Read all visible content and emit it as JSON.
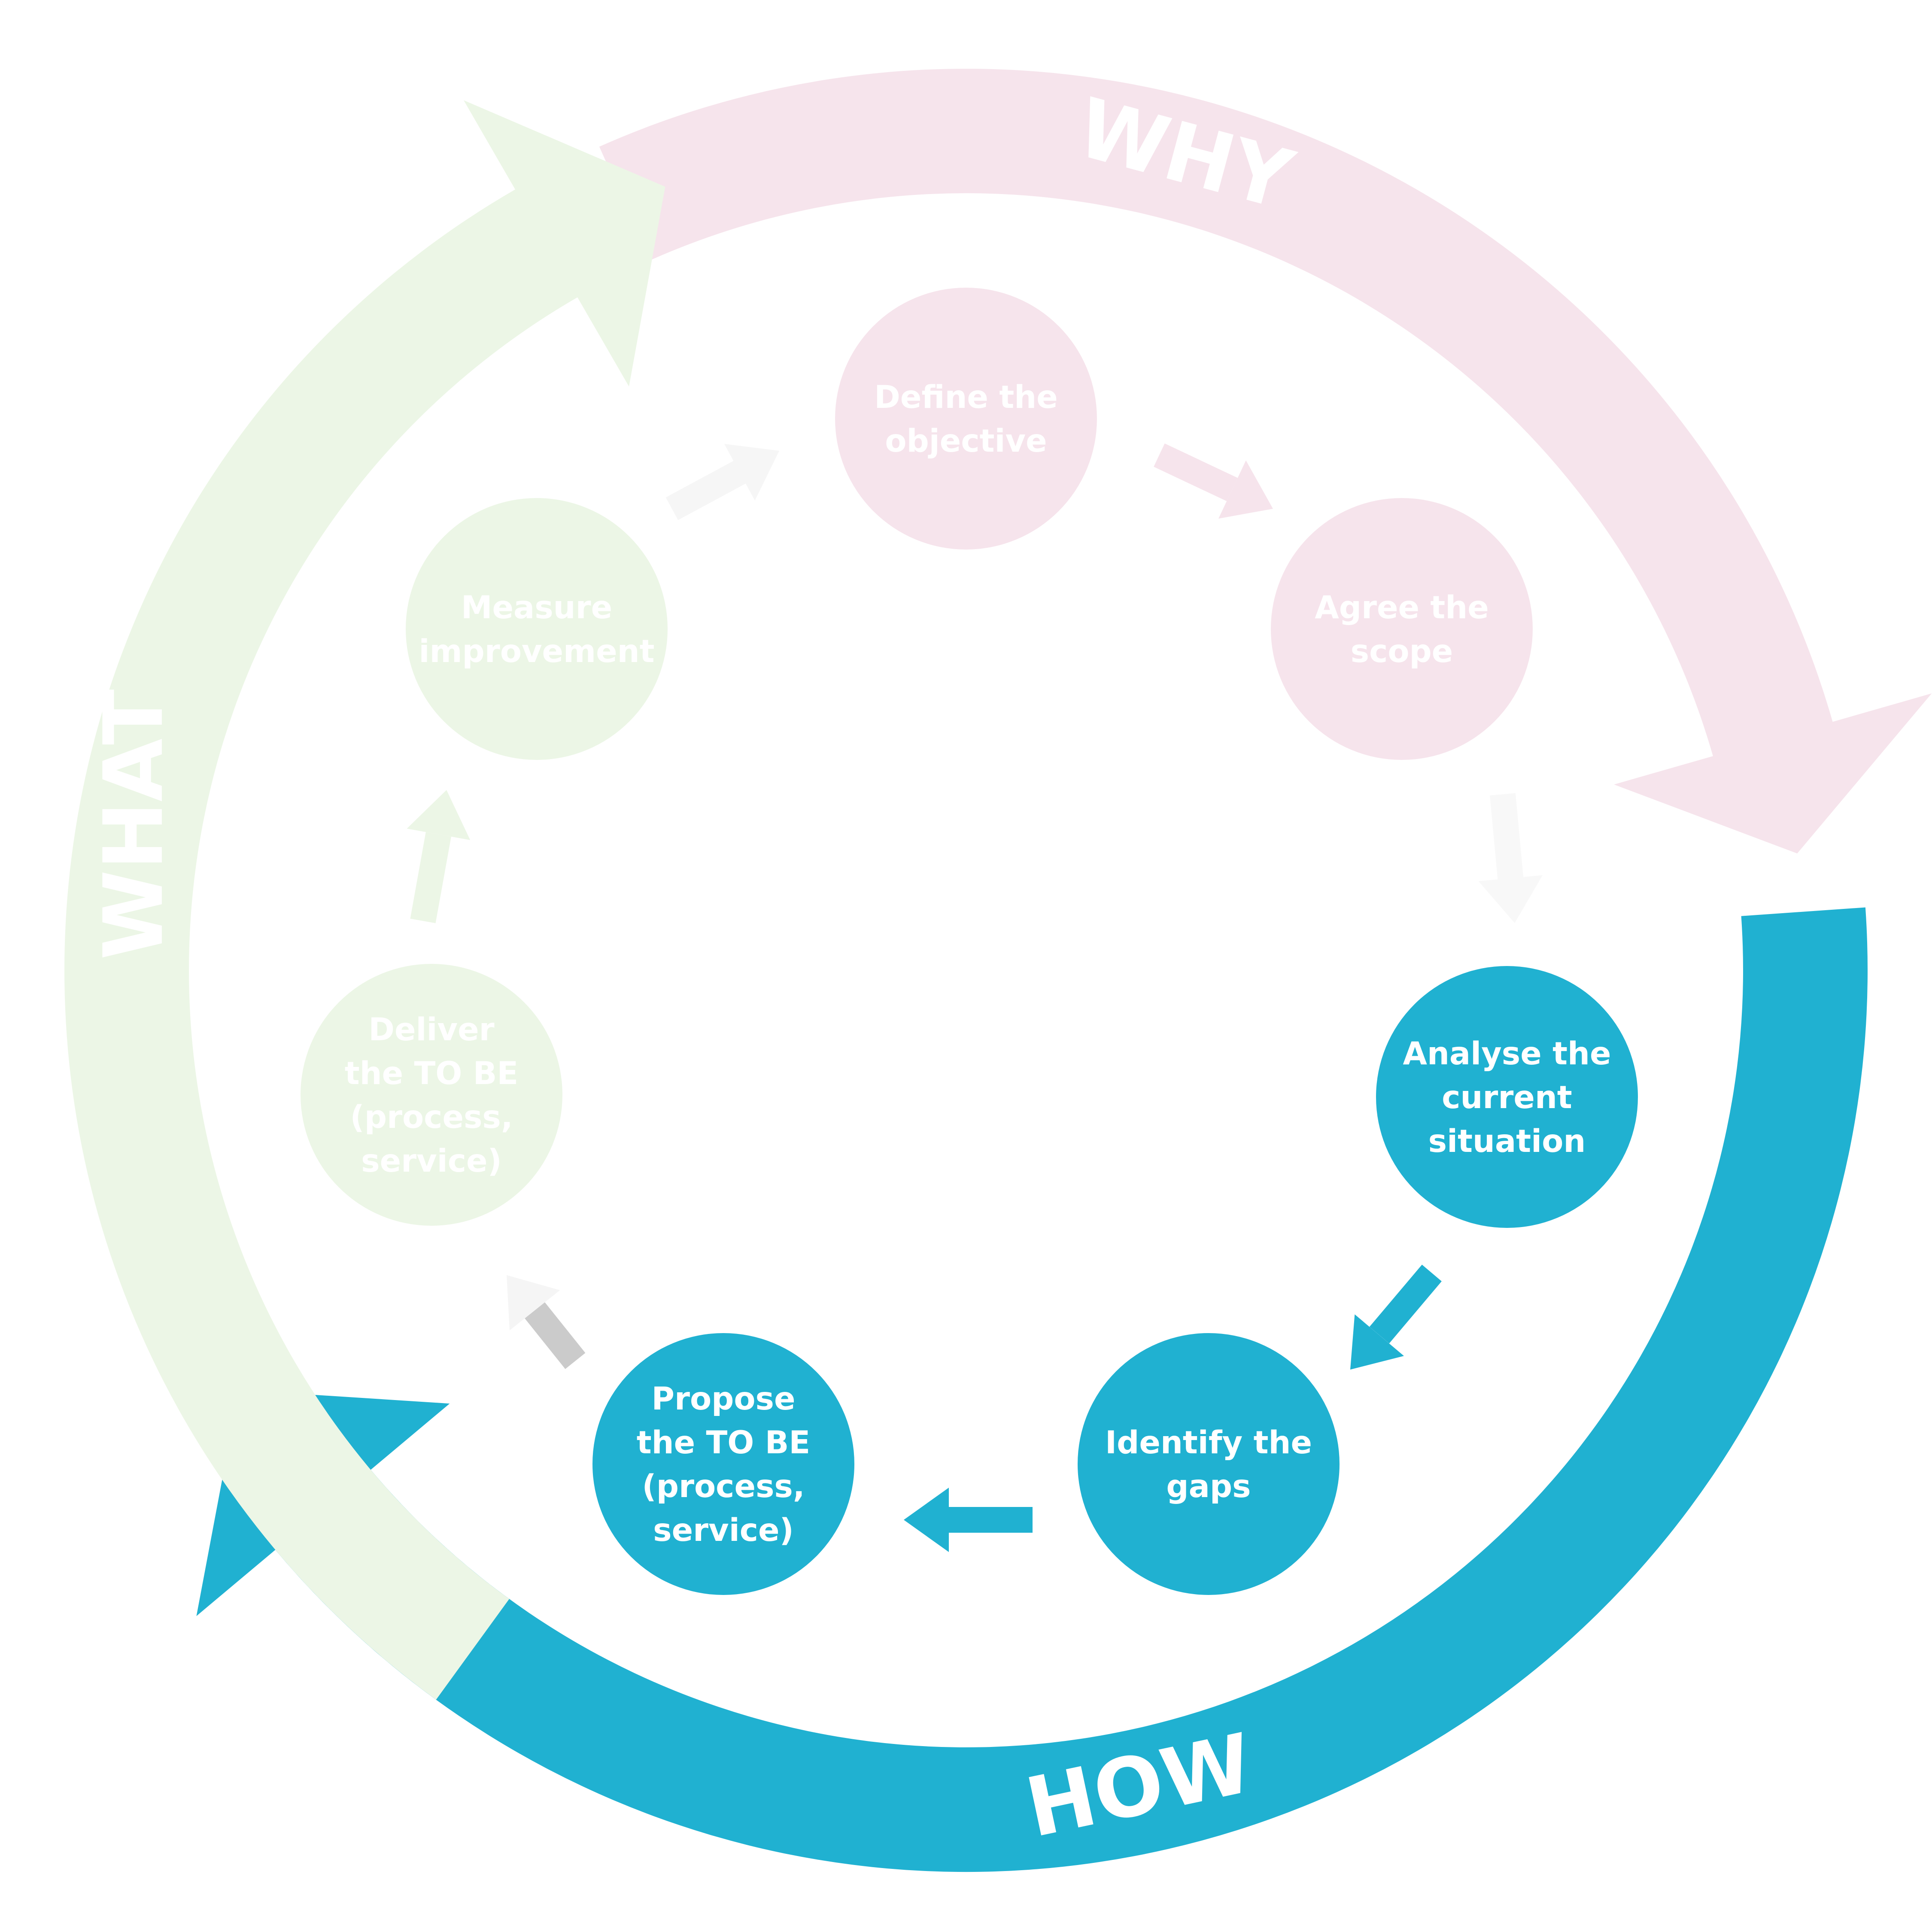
{
  "phases": [
    {
      "id": "why",
      "label": "WHY",
      "color": "#f6e4ec"
    },
    {
      "id": "how",
      "label": "HOW",
      "color": "#20b1d1"
    },
    {
      "id": "what",
      "label": "WHAT",
      "color": "#ecf6e6"
    }
  ],
  "steps": [
    {
      "id": "define",
      "lines": [
        "Define the",
        "objective"
      ],
      "color": "#f6e4ec"
    },
    {
      "id": "agree",
      "lines": [
        "Agree the",
        "scope"
      ],
      "color": "#f6e4ec"
    },
    {
      "id": "analyse",
      "lines": [
        "Analyse the",
        "current",
        "situation"
      ],
      "color": "#20b1d1"
    },
    {
      "id": "identify",
      "lines": [
        "Identify the",
        "gaps"
      ],
      "color": "#20b1d1"
    },
    {
      "id": "propose",
      "lines": [
        "Propose",
        "the TO BE",
        "(process,",
        "service)"
      ],
      "color": "#20b1d1"
    },
    {
      "id": "deliver",
      "lines": [
        "Deliver",
        "the TO BE",
        "(process,",
        "service)"
      ],
      "color": "#ecf6e6"
    },
    {
      "id": "measure",
      "lines": [
        "Measure",
        "improvement"
      ],
      "color": "#ecf6e6"
    }
  ],
  "connectors": [
    {
      "id": "define-to-agree",
      "color": "#f6e4ec"
    },
    {
      "id": "agree-to-analyse",
      "color": "#f8f8f8"
    },
    {
      "id": "analyse-to-identify",
      "color": "#20b1d1"
    },
    {
      "id": "identify-to-propose",
      "color": "#20b1d1"
    },
    {
      "id": "propose-to-deliver",
      "color": "#cbcbcb",
      "head_color": "#f5f5f5"
    },
    {
      "id": "deliver-to-measure",
      "color": "#ecf6e6"
    },
    {
      "id": "measure-to-define",
      "color": "#f6f6f6"
    }
  ]
}
